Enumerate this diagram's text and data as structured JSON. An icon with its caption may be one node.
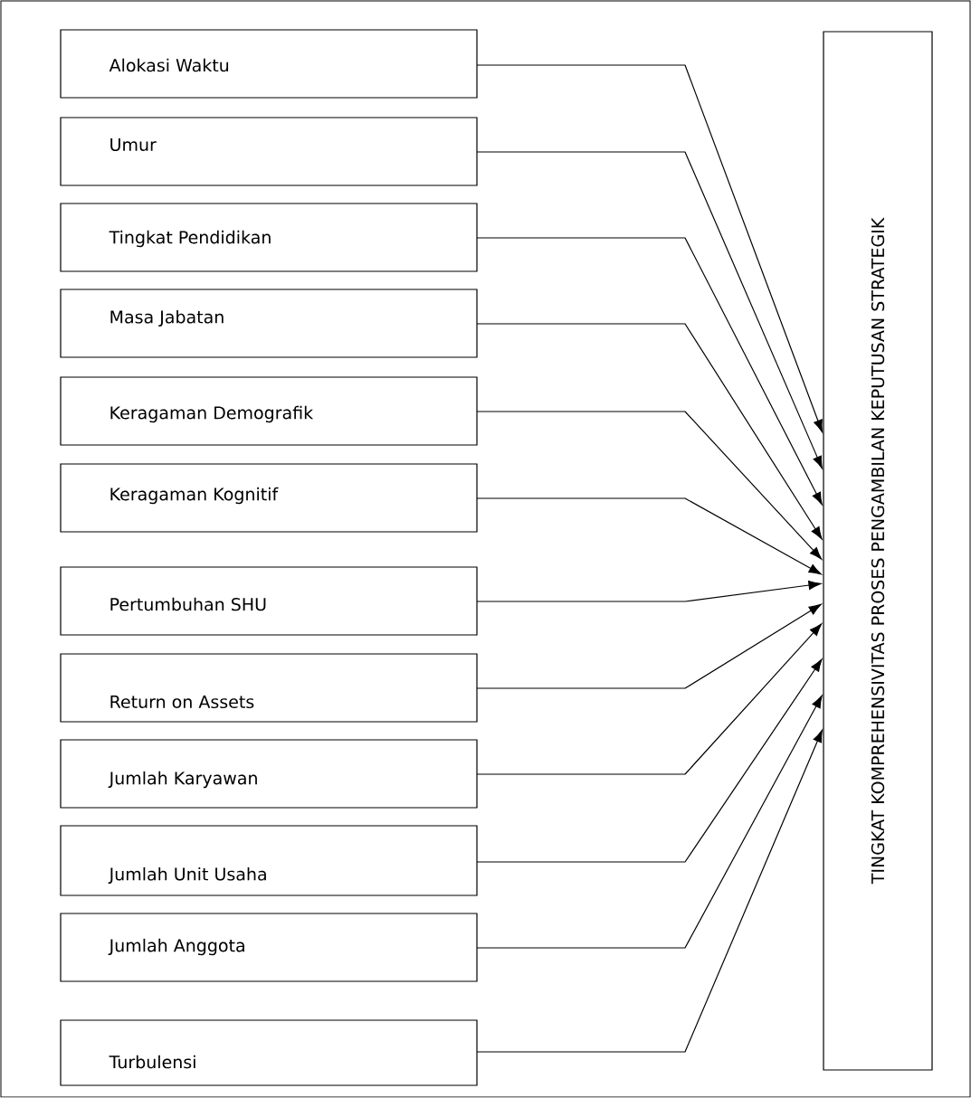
{
  "diagram": {
    "nodes": [
      {
        "text": [
          "Alokasi Waktu"
        ]
      },
      {
        "text": [
          "Umur"
        ]
      },
      {
        "text": [
          "Tingkat Pendidikan"
        ]
      },
      {
        "text": [
          "Masa Jabatan"
        ]
      },
      {
        "text": [
          "Keragaman Demografik"
        ]
      },
      {
        "text": [
          "Keragaman Kognitif"
        ]
      },
      {
        "text": [
          "Pertumbuhan SHU"
        ]
      },
      {
        "text": [
          "Return on Assets"
        ]
      },
      {
        "text": [
          "Jumlah Karyawan"
        ]
      },
      {
        "text": [
          "Jumlah Unit Usaha"
        ]
      },
      {
        "text": [
          "Jumlah Anggota"
        ]
      },
      {
        "text": [
          "Turbulensi"
        ]
      },
      {
        "text": [
          "TINGKAT KOMPREHENSIVITAS PROSES PENGAMBILAN KEPUTUSAN STRATEGIK"
        ]
      }
    ],
    "edges": [
      {
        "from": 0,
        "to": 12,
        "arrow": "to"
      },
      {
        "from": 1,
        "to": 12,
        "arrow": "to"
      },
      {
        "from": 2,
        "to": 12,
        "arrow": "to"
      },
      {
        "from": 3,
        "to": 12,
        "arrow": "to"
      },
      {
        "from": 4,
        "to": 12,
        "arrow": "to"
      },
      {
        "from": 5,
        "to": 12,
        "arrow": "to"
      },
      {
        "from": 6,
        "to": 12,
        "arrow": "to"
      },
      {
        "from": 7,
        "to": 12,
        "arrow": "to"
      },
      {
        "from": 8,
        "to": 12,
        "arrow": "to"
      },
      {
        "from": 9,
        "to": 12,
        "arrow": "to"
      },
      {
        "from": 10,
        "to": 12,
        "arrow": "to"
      },
      {
        "from": 11,
        "to": 12,
        "arrow": "to"
      }
    ]
  }
}
